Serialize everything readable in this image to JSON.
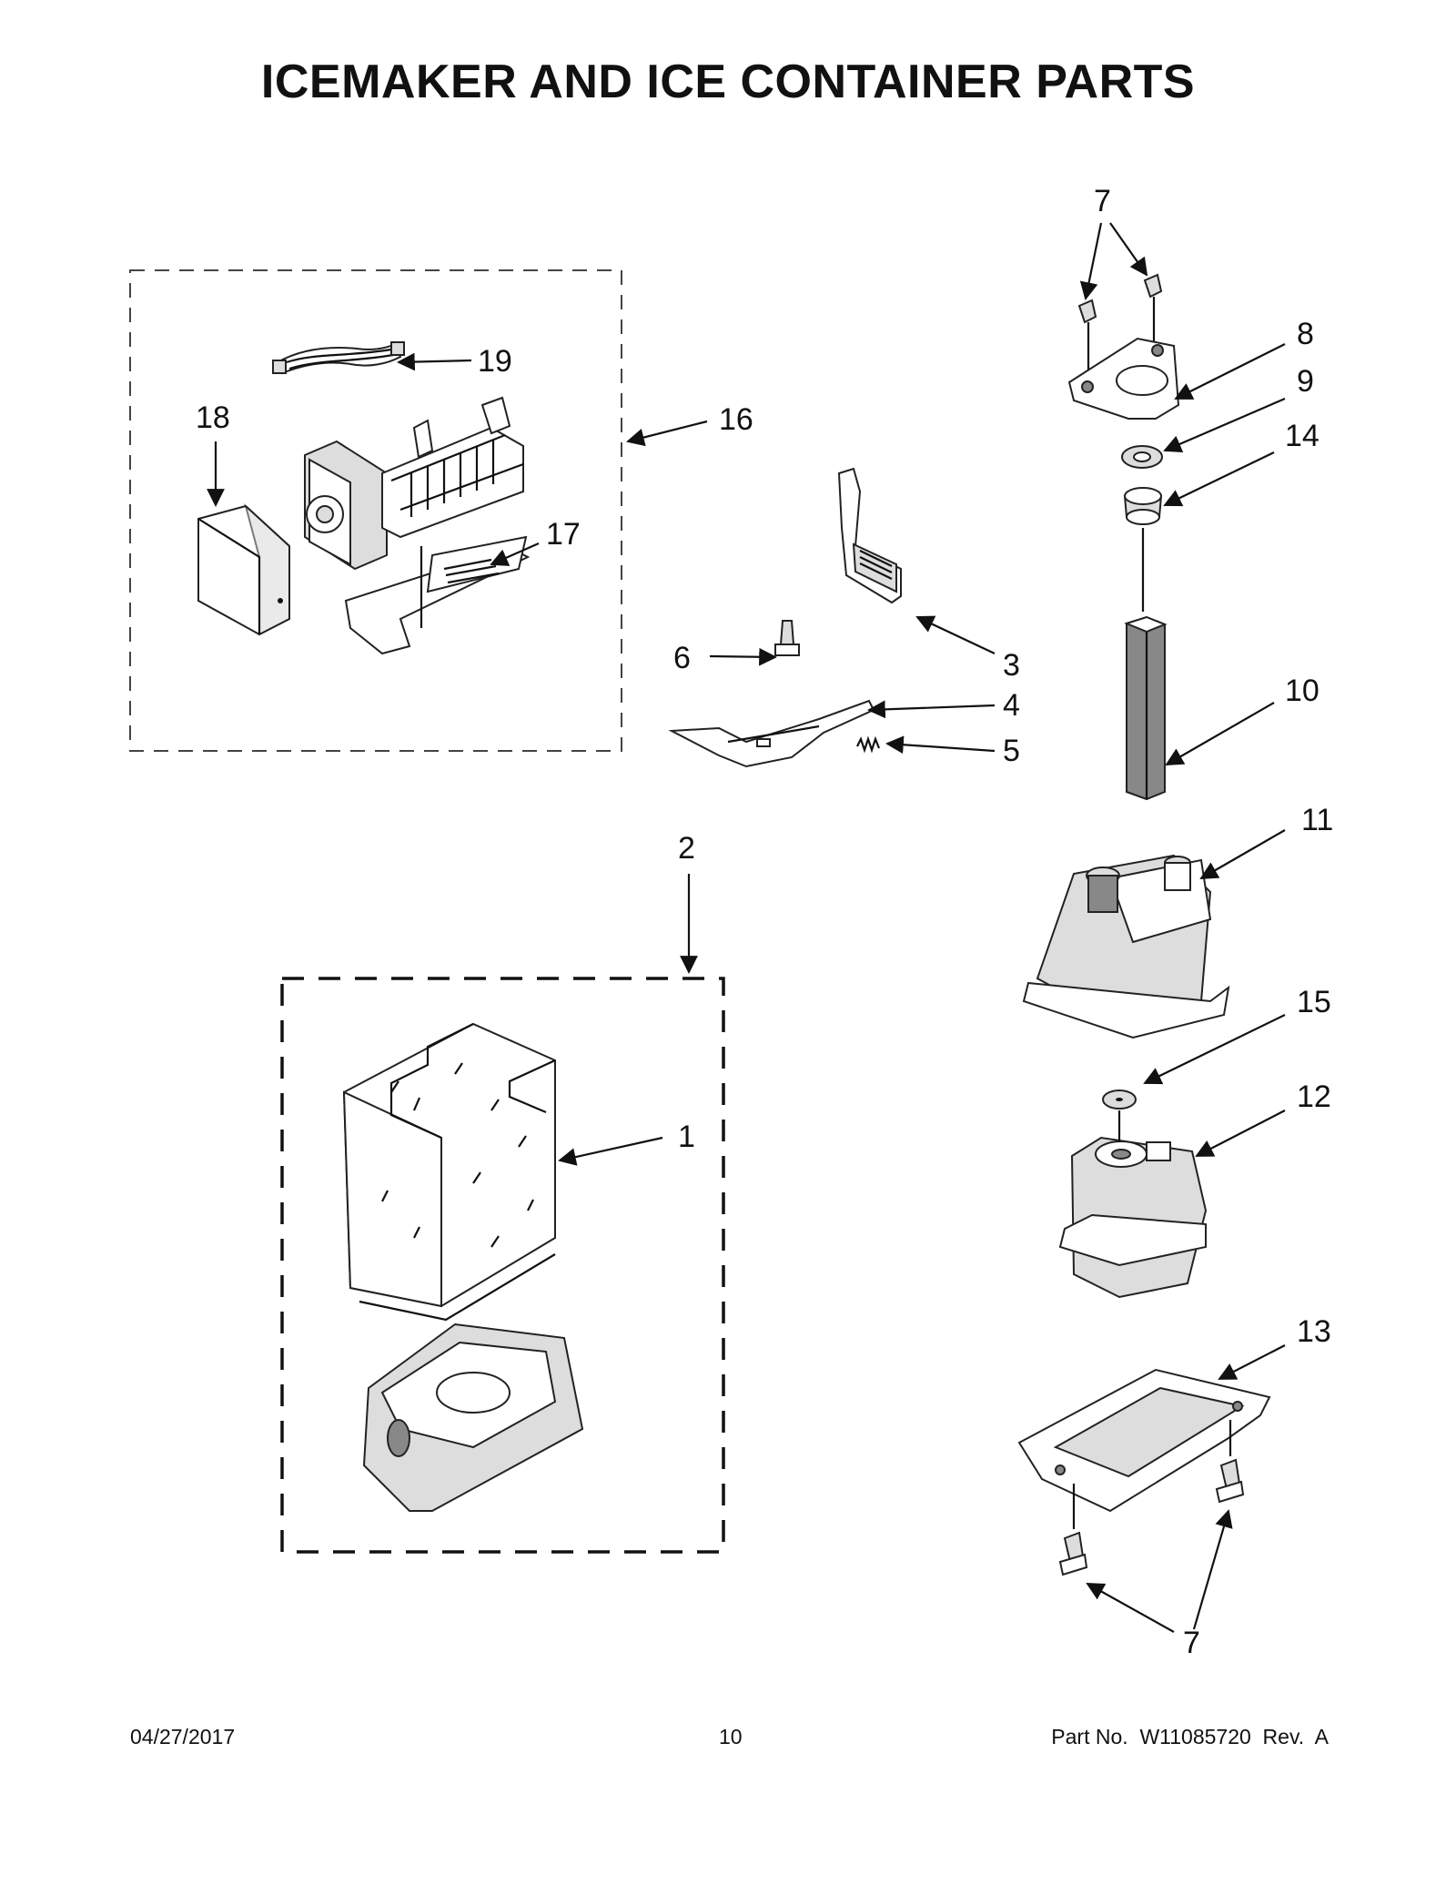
{
  "title": "ICEMAKER AND ICE CONTAINER PARTS",
  "callouts": {
    "c1": "1",
    "c2": "2",
    "c3": "3",
    "c4": "4",
    "c5": "5",
    "c6": "6",
    "c7_top": "7",
    "c7_bottom": "7",
    "c8": "8",
    "c9": "9",
    "c10": "10",
    "c11": "11",
    "c12": "12",
    "c13": "13",
    "c14": "14",
    "c15": "15",
    "c16": "16",
    "c17": "17",
    "c18": "18",
    "c19": "19"
  },
  "footer": {
    "date": "04/27/2017",
    "page": "10",
    "part_number": "Part No.  W11085720  Rev.  A"
  }
}
